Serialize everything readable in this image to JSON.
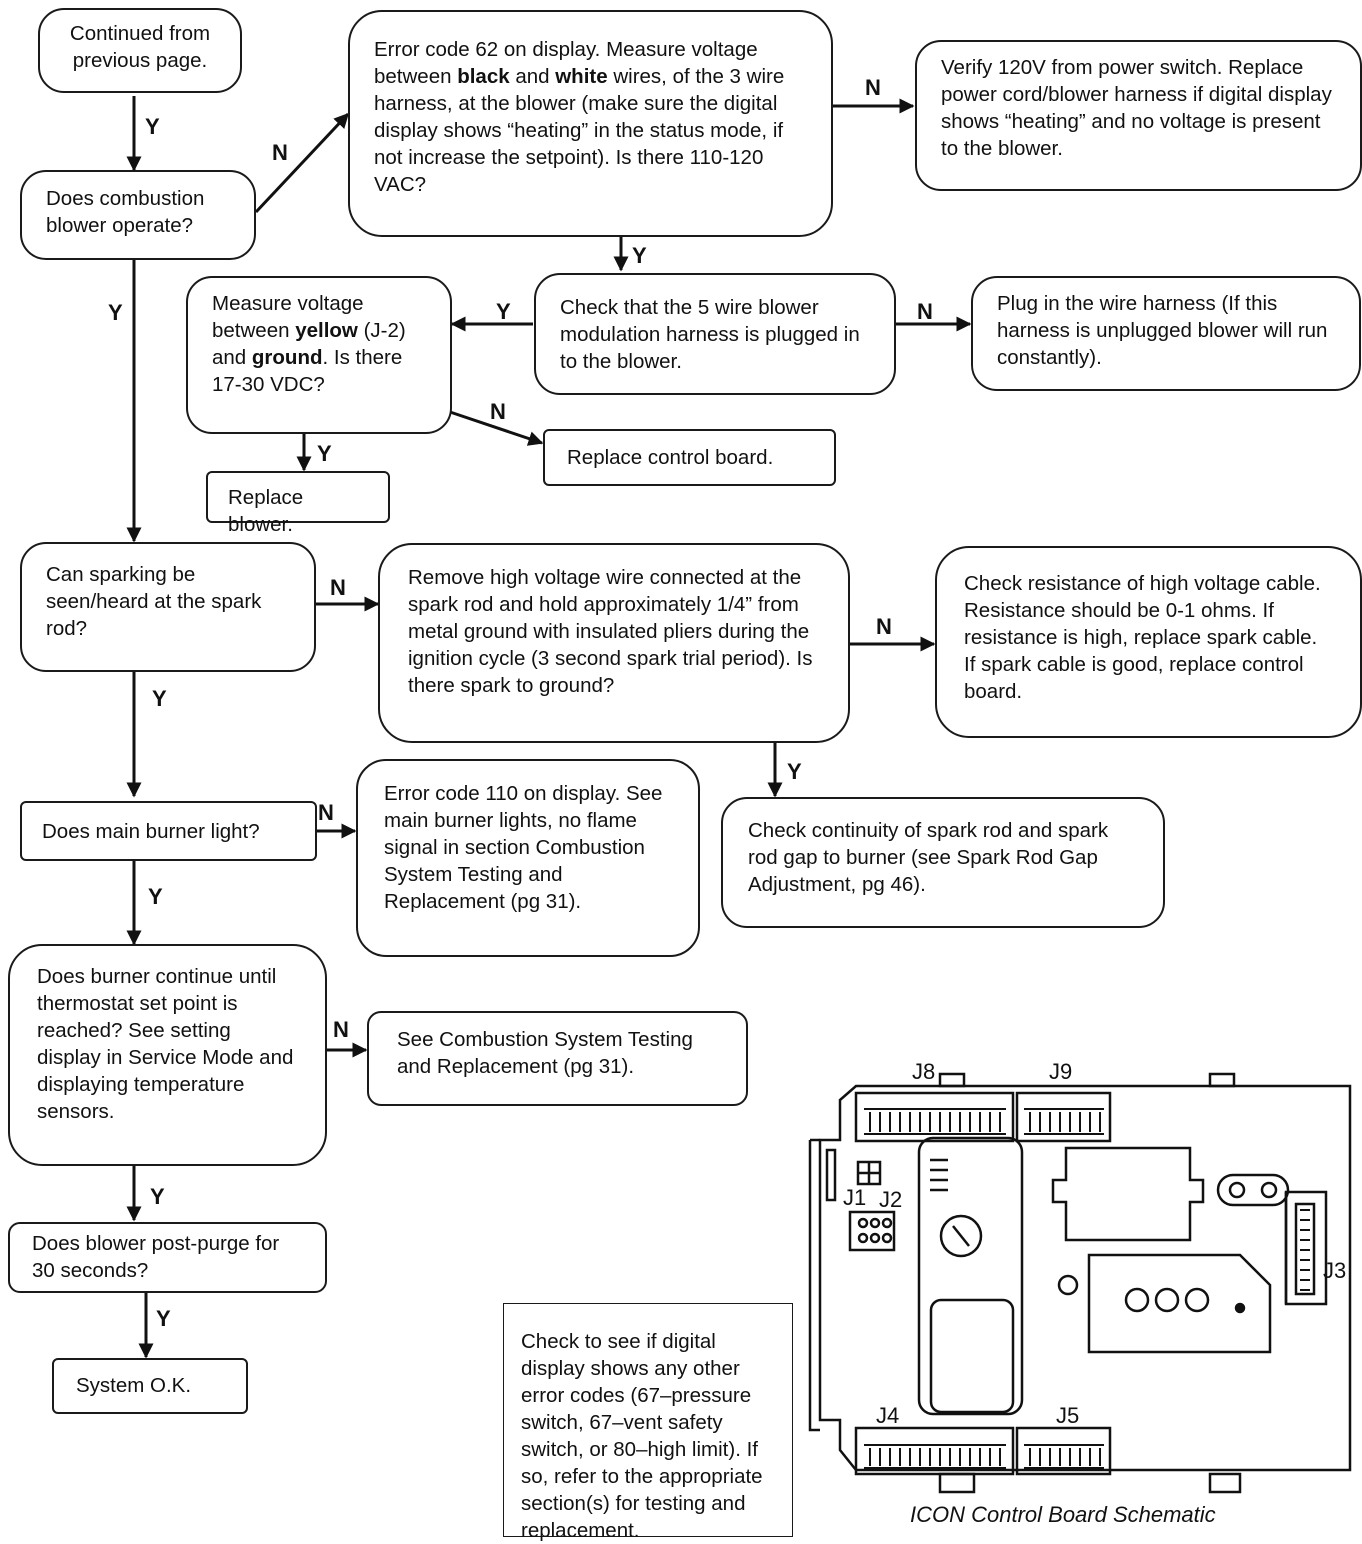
{
  "labels": {
    "yes": "Y",
    "no": "N"
  },
  "nodes": {
    "start": "Continued from previous page.",
    "blower_q": "Does combustion blower operate?",
    "err62": {
      "p1": "Error code 62 on display. Measure voltage between ",
      "b1": "black",
      "p2": " and ",
      "b2": "white",
      "p3": " wires, of the 3 wire harness, at the blower (make sure the digital display shows “heating” in the status mode, if not increase the setpoint). Is there 110-120 VAC?"
    },
    "verify120": "Verify 120V from power switch. Replace power cord/blower harness if digital display shows “heating” and no voltage is present to the blower.",
    "check5wire": "Check that the 5 wire blower modulation harness is plugged in to the blower.",
    "plug_harness": "Plug in the wire harness (If this harness is unplugged blower will run constantly).",
    "measure_yellow": {
      "p1": "Measure voltage between ",
      "b1": "yellow",
      "p2": " (J-2) and ",
      "b2": "ground",
      "p3": ". Is there 17-30 VDC?"
    },
    "replace_board": "Replace control board.",
    "replace_blower": "Replace blower.",
    "spark_q": "Can sparking be seen/heard at the spark rod?",
    "remove_hv": "Remove high voltage wire connected at the spark rod and hold approximately 1/4” from metal ground with insulated pliers during the ignition cycle (3 second spark trial period). Is there spark to ground?",
    "check_resistance": "Check resistance of high voltage cable. Resistance should be 0-1 ohms. If resistance is high, replace spark cable. If spark cable is good, replace control board.",
    "check_continuity": "Check continuity of spark rod and spark rod gap to burner (see Spark Rod Gap Adjustment, pg 46).",
    "burner_q": "Does main burner light?",
    "err110": "Error code 110 on display. See main burner lights, no flame signal in section Combustion System Testing and Replacement (pg 31).",
    "continue_q": "Does burner continue until thermostat set point is reached? See setting display in Service Mode and displaying temperature sensors.",
    "see_combustion": "See Combustion System Testing and Replacement (pg 31).",
    "postpurge_q": "Does blower post-purge for 30 seconds?",
    "system_ok": "System O.K.",
    "other_errors": "Check to see if digital display shows any other error codes (67–pressure switch, 67–vent safety switch, or 80–high limit). If so, refer to the appropriate section(s) for testing and replacement."
  },
  "schematic": {
    "caption": "ICON Control Board Schematic",
    "connectors": [
      "J8",
      "J9",
      "J2",
      "J1",
      "J3",
      "J4",
      "J5"
    ]
  }
}
